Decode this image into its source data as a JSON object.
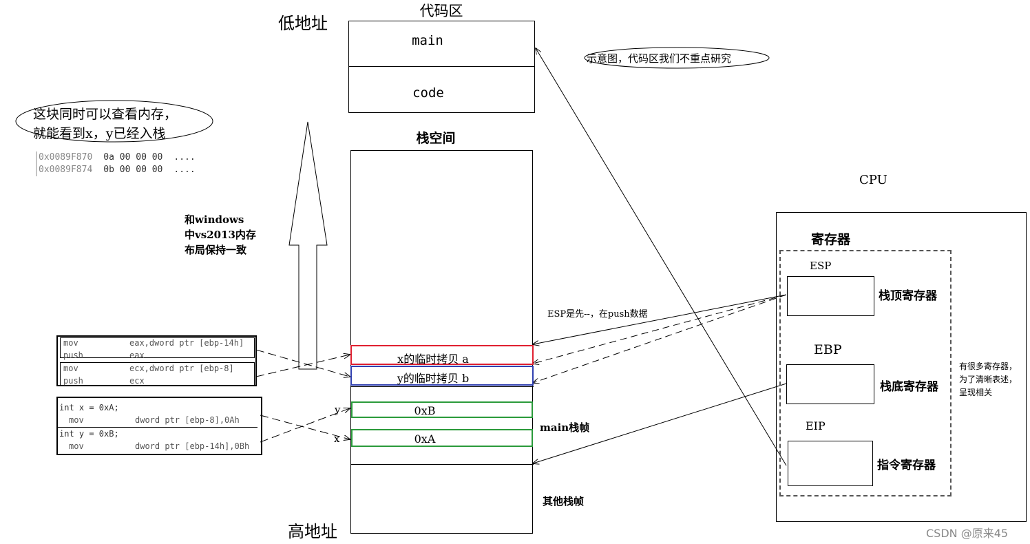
{
  "labels": {
    "low_address": "低地址",
    "high_address": "高地址",
    "code_area": "代码区",
    "stack_space": "栈空间",
    "cpu": "CPU",
    "registers": "寄存器",
    "main_frame": "main栈帧",
    "other_frames": "其他栈帧",
    "esp_note": "ESP是先--，在push数据",
    "layout_note": [
      "和windows",
      "中vs2013内存",
      "布局保持一致"
    ],
    "many_regs_note": [
      "有很多寄存器，",
      "为了清晰表述，",
      "呈现相关"
    ],
    "watermark": "CSDN @原来45",
    "y_marker": "y",
    "x_marker": "x"
  },
  "code_area_cells": [
    "main",
    "code"
  ],
  "callout_code": "示意图，代码区我们不重点研究",
  "callout_memory": [
    "这块同时可以查看内存，",
    "就能看到x，y已经入栈"
  ],
  "memory_dump": [
    {
      "addr": "0x0089F870",
      "bytes": "0a 00 00 00",
      "ascii": "...."
    },
    {
      "addr": "0x0089F874",
      "bytes": "0b 00 00 00",
      "ascii": "...."
    }
  ],
  "stack_cells": {
    "copy_a": "x的临时拷贝 a",
    "copy_b": "y的临时拷贝 b",
    "val_b": "0xB",
    "val_a": "0xA"
  },
  "registers": [
    {
      "name": "ESP",
      "desc": "栈顶寄存器"
    },
    {
      "name": "EBP",
      "desc": "栈底寄存器"
    },
    {
      "name": "EIP",
      "desc": "指令寄存器"
    }
  ],
  "asm_push": [
    {
      "op": "mov",
      "args": "eax,dword ptr [ebp-14h]"
    },
    {
      "op": "push",
      "args": "eax"
    },
    {
      "op": "mov",
      "args": "ecx,dword ptr [ebp-8]"
    },
    {
      "op": "push",
      "args": "ecx"
    }
  ],
  "asm_init": [
    {
      "src": "int x = 0xA;",
      "op": "mov",
      "args": "dword ptr [ebp-8],0Ah"
    },
    {
      "src": "int y = 0xB;",
      "op": "mov",
      "args": "dword ptr [ebp-14h],0Bh"
    }
  ],
  "colors": {
    "copy_a_border": "#e02030",
    "copy_b_border": "#3040b0",
    "value_border": "#2a9a3a",
    "line": "#000000",
    "dump_text": "#666666",
    "watermark": "#888888"
  }
}
